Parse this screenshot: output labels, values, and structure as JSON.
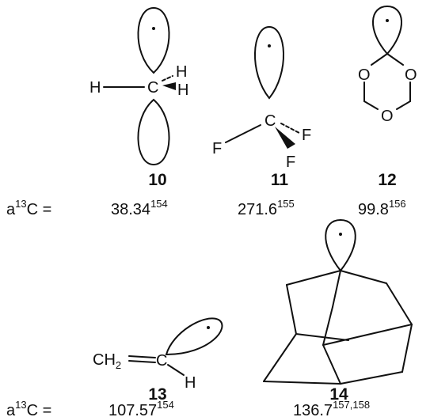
{
  "row_label": {
    "a": "a",
    "sup": "13",
    "c": "C",
    "eq": " ="
  },
  "compounds": [
    {
      "number": "10",
      "hfc": "38.34",
      "ref": "154",
      "atoms": {
        "center": "C",
        "left": "H",
        "up_right": "H",
        "down_right": "H"
      }
    },
    {
      "number": "11",
      "hfc": "271.6",
      "ref": "155",
      "atoms": {
        "center": "C",
        "left": "F",
        "right": "F",
        "down": "F"
      }
    },
    {
      "number": "12",
      "hfc": "99.8",
      "ref": "156",
      "atoms": {
        "o1": "O",
        "o2": "O",
        "o3": "O"
      }
    },
    {
      "number": "13",
      "hfc": "107.57",
      "ref": "154",
      "atoms": {
        "ch2": "CH",
        "ch2_sub": "2",
        "center": "C",
        "h": "H"
      }
    },
    {
      "number": "14",
      "hfc": "136.7",
      "ref": "157,158",
      "atoms": {}
    }
  ]
}
